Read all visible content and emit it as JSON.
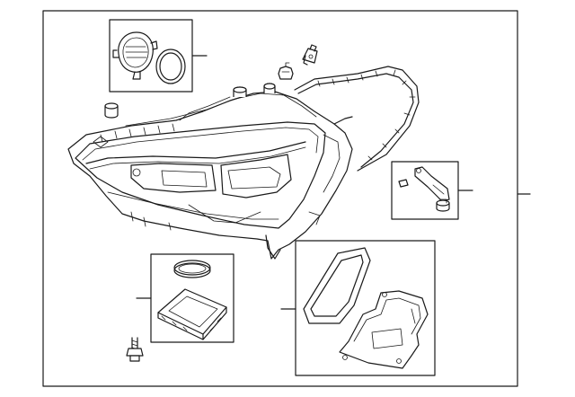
{
  "diagram": {
    "background": "#ffffff",
    "line_color": "#1a1a1a",
    "parts": [
      {
        "name": "headlamp-assembly"
      },
      {
        "name": "bulb-cover-and-seal"
      },
      {
        "name": "socket-connector"
      },
      {
        "name": "retainer-clip"
      },
      {
        "name": "rubber-grommet"
      },
      {
        "name": "mounting-bracket-seal"
      },
      {
        "name": "repair-bracket-kit"
      },
      {
        "name": "control-module-and-seal"
      },
      {
        "name": "mounting-bolt"
      },
      {
        "name": "lens-gasket-and-shield"
      }
    ]
  }
}
